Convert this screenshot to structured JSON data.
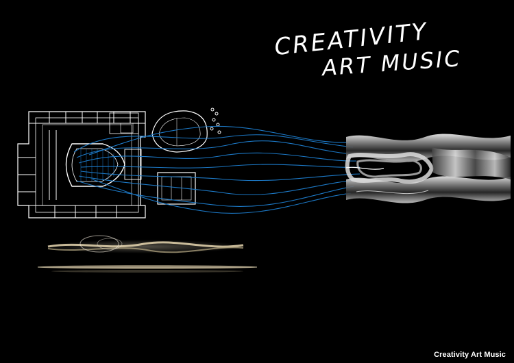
{
  "title": {
    "line1": "CREATIVITY",
    "line2": "ART MUSIC"
  },
  "caption": "Creativity Art Music",
  "colors": {
    "background": "#000000",
    "plan_lines": "#ffffff",
    "flow_lines": "#1e7fd0",
    "sculpture": "#b8b8b8",
    "light_trail": "#e8d7b0"
  },
  "elements": {
    "floor_plan": "building floor plan drawing",
    "flow": "blue flow lines",
    "sculpture": "wavy metallic sculpture",
    "light": "light trail photograph"
  }
}
